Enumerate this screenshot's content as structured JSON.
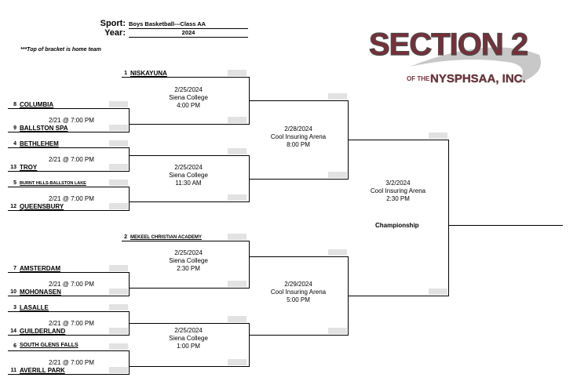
{
  "header": {
    "sport_label": "Sport:",
    "sport_value": "Boys Basketball---Class AA",
    "year_label": "Year:",
    "year_value": "2024",
    "note": "***Top of bracket is home team"
  },
  "logo": {
    "main_text": "SECTION 2",
    "sub_prefix": "OF THE",
    "sub_text": "NYSPHSAA, INC.",
    "colors": {
      "maroon": "#7a2e38",
      "gray": "#8a8a8a"
    }
  },
  "teams": [
    {
      "seed": "1",
      "name": "NISKAYUNA"
    },
    {
      "seed": "8",
      "name": "COLUMBIA"
    },
    {
      "seed": "9",
      "name": "BALLSTON SPA"
    },
    {
      "seed": "4",
      "name": "BETHLEHEM"
    },
    {
      "seed": "13",
      "name": "TROY"
    },
    {
      "seed": "5",
      "name": "BURNT HILLS-BALLSTON LAKE"
    },
    {
      "seed": "12",
      "name": "QUEENSBURY"
    },
    {
      "seed": "2",
      "name": "MEKEEL CHRISTIAN ACADEMY"
    },
    {
      "seed": "7",
      "name": "AMSTERDAM"
    },
    {
      "seed": "10",
      "name": "MOHONASEN"
    },
    {
      "seed": "3",
      "name": "LASALLE"
    },
    {
      "seed": "14",
      "name": "GUILDERLAND"
    },
    {
      "seed": "6",
      "name": "SOUTH GLENS FALLS"
    },
    {
      "seed": "11",
      "name": "AVERILL PARK"
    }
  ],
  "first_round": [
    "2/21 @ 7:00 PM",
    "2/21 @ 7:00 PM",
    "2/21 @ 7:00 PM",
    "2/21 @ 7:00 PM",
    "2/21 @ 7:00 PM",
    "2/21 @ 7:00 PM"
  ],
  "quarterfinals": [
    {
      "date": "2/25/2024",
      "venue": "Siena College",
      "time": "4:00 PM"
    },
    {
      "date": "2/25/2024",
      "venue": "Siena College",
      "time": "11:30 AM"
    },
    {
      "date": "2/25/2024",
      "venue": "Siena College",
      "time": "2:30 PM"
    },
    {
      "date": "2/25/2024",
      "venue": "Siena College",
      "time": "1:00 PM"
    }
  ],
  "semifinals": [
    {
      "date": "2/28/2024",
      "venue": "Cool Insuring Arena",
      "time": "8:00 PM"
    },
    {
      "date": "2/29/2024",
      "venue": "Cool Insuring Arena",
      "time": "5:00 PM"
    }
  ],
  "final": {
    "date": "3/2/2024",
    "venue": "Cool Insuring Arena",
    "time": "2:30 PM",
    "label": "Championship"
  }
}
